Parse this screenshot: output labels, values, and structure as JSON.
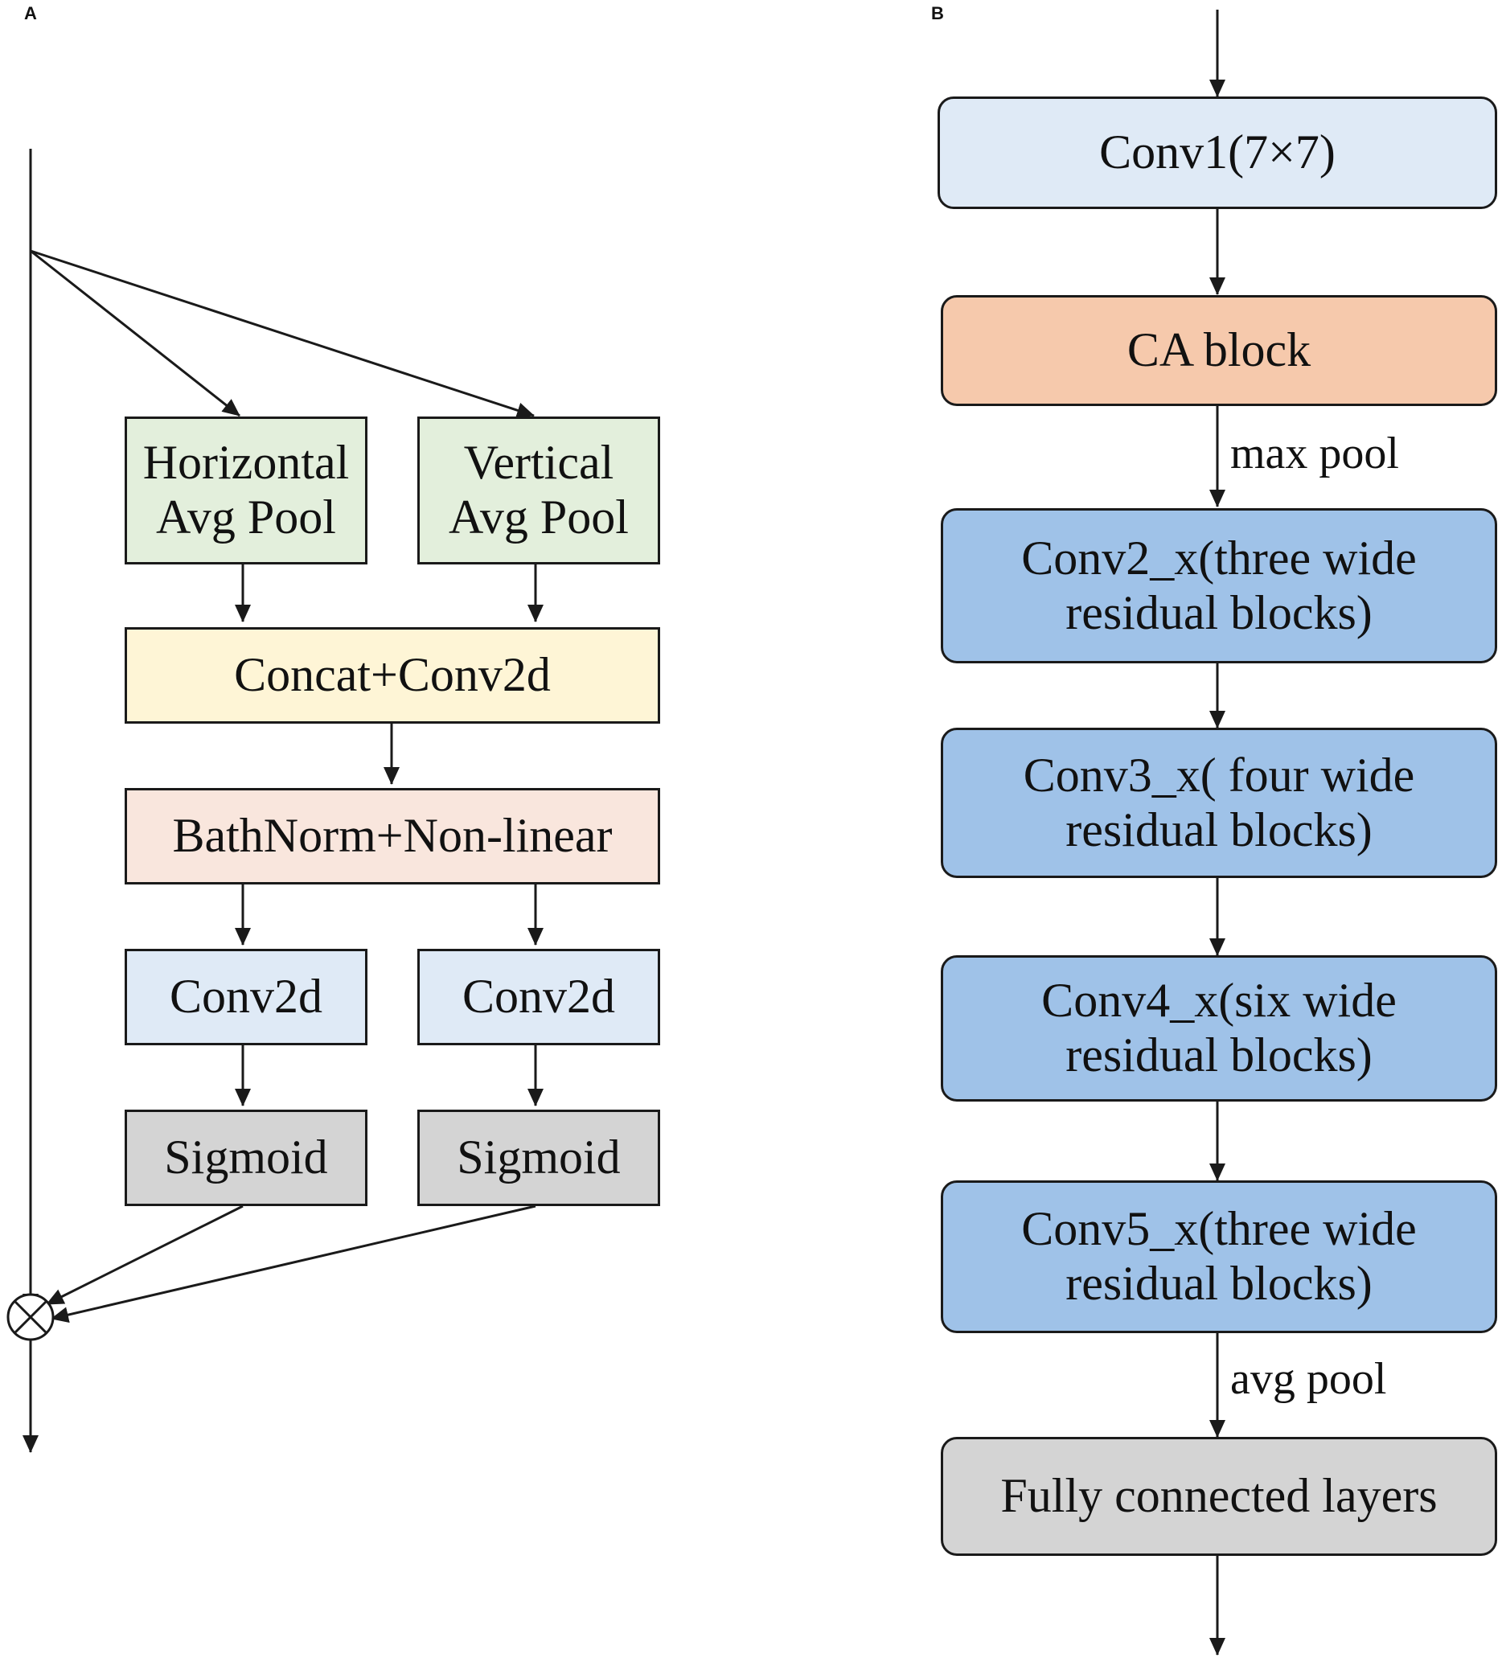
{
  "panels": {
    "a": {
      "label": "A",
      "boxes": {
        "horizontal_pool": "Horizontal Avg Pool",
        "vertical_pool": "Vertical Avg Pool",
        "concat": "Concat+Conv2d",
        "batchnorm": "BathNorm+Non-linear",
        "conv2d_left": "Conv2d",
        "conv2d_right": "Conv2d",
        "sigmoid_left": "Sigmoid",
        "sigmoid_right": "Sigmoid"
      },
      "multiply_symbol": "⊗"
    },
    "b": {
      "label": "B",
      "boxes": {
        "conv1": "Conv1(7×7)",
        "ca_block": "CA block",
        "conv2": "Conv2_x(three wide residual blocks)",
        "conv3": "Conv3_x( four wide residual blocks)",
        "conv4": "Conv4_x(six wide residual blocks)",
        "conv5": "Conv5_x(three wide residual blocks)",
        "fc": "Fully connected layers"
      },
      "edge_labels": {
        "max_pool": "max pool",
        "avg_pool": "avg pool"
      }
    }
  },
  "colors": {
    "green": "#e3efdc",
    "yellow": "#fef5d6",
    "peach": "#f9e6dd",
    "light_blue": "#dfeaf6",
    "gray": "#d4d4d4",
    "orange": "#f6c9ac",
    "blue": "#9fc2e8",
    "line": "#1a1a1a"
  }
}
